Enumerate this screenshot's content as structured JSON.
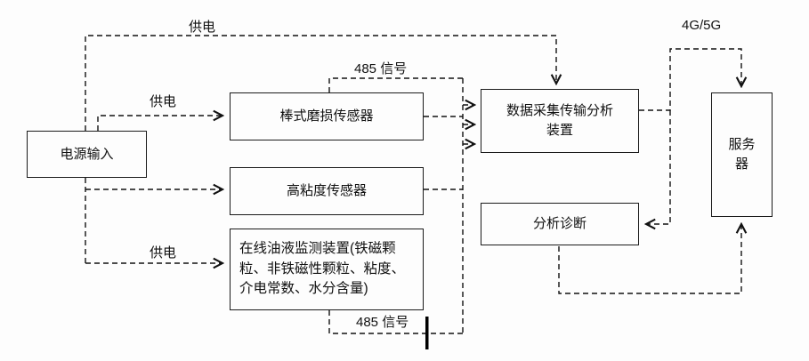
{
  "nodes": {
    "power_input": "电源输入",
    "rod_wear_sensor": "棒式磨损传感器",
    "high_viscosity_sensor": "高粘度传感器",
    "online_oil_monitor": "在线油液监测装置(铁磁颗粒、非铁磁性颗粒、粘度、介电常数、水分含量)",
    "data_acquisition": "数据采集传输分析装置",
    "analysis_diagnosis": "分析诊断",
    "server": "服务器"
  },
  "edge_labels": {
    "power_top": "供电",
    "power_mid": "供电",
    "power_bottom": "供电",
    "signal485_top": "485 信号",
    "signal485_bottom": "485 信号",
    "wireless": "4G/5G"
  },
  "style": {
    "line_color": "#111111",
    "box_border_color": "#1a1a1a",
    "background": "#fdfdfd"
  }
}
